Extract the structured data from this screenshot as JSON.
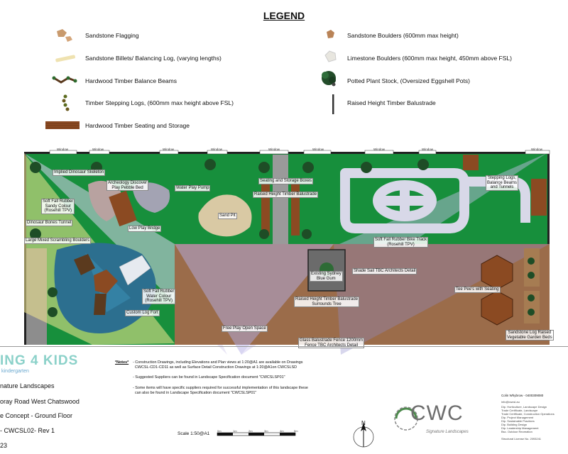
{
  "legend": {
    "title": "LEGEND",
    "items": [
      {
        "label": "Sandstone Flagging",
        "icon": "sandstone-flagging-icon"
      },
      {
        "label": "Sandstone Billets/ Balancing Log, (varying lengths)",
        "icon": "sandstone-billet-icon"
      },
      {
        "label": "Hardwood Timber Balance Beams",
        "icon": "balance-beam-icon"
      },
      {
        "label": "Timber Stepping Logs, (600mm max height above FSL)",
        "icon": "stepping-logs-icon"
      },
      {
        "label": "Hardwood Timber Seating and Storage",
        "icon": "timber-seating-icon"
      },
      {
        "label": "Sandstone Boulders (600mm max height)",
        "icon": "sandstone-boulder-icon"
      },
      {
        "label": "Limestone Boulders (600mm max height, 450mm above FSL)",
        "icon": "limestone-boulder-icon"
      },
      {
        "label": "Potted Plant Stock, (Oversized Eggshell Pots)",
        "icon": "potted-plant-icon"
      },
      {
        "label": "Raised Height Timber Balustrade",
        "icon": "balustrade-icon"
      }
    ]
  },
  "plan": {
    "window_label": "Window",
    "labels": {
      "dino_skeleton": "Implied Dinosaur Skeleton",
      "archeology": "Archeology Discover\nPlay Pebble Bed",
      "water_pump": "Water Play Pump",
      "seating_boxes": "Seating and Storage Boxes",
      "balustrade": "Raised Height Timber Balustrade",
      "stepping_logs": "Stepping Logs,\nBalance Beams\nand Tunnels",
      "soft_fall_sandy": "Soft Fall Rubber\nSandy Colour\n(Rosehill TPV)",
      "sand_pit": "Sand Pit",
      "dino_tunnel": "Dinosaur Bones Tunnel",
      "low_bridge": "Low Play Bridge",
      "bike_track": "Soft Fall Rubber Bike Track\n(Rosehill TPV)",
      "boulders": "Large Mixed Scrambling Boulders",
      "blue_gum": "Existing Sydney\nBlue Gum",
      "shade_sail": "Shade Sail TBC Architects Detail",
      "tee_pees": "Tee Pee's with Seating",
      "soft_fall_water": "Soft Fall Rubber\nWater Colour\n(Rosehill TPV)",
      "surrounds_tree": "Raised Height Timber Balustrade\nSurrounds Tree",
      "log_fort": "Custom Log Fort",
      "free_play": "Free Play Open Space",
      "glass_fence": "Glass Balustrade Fence 1200mm\nFence TBC Architects Detail",
      "veg_beds": "Sandstone Log Raised\nVegetable Garden Beds"
    }
  },
  "title_block": {
    "brand": "ING 4 KIDS",
    "brand_sub": "kindergarten",
    "lines": [
      "nature Landscapes",
      "oray Road West Chatswood",
      "e Concept - Ground Floor",
      "- CWCSL02- Rev 1",
      "23"
    ],
    "notes_heading": "*Notes*",
    "notes": [
      "- Construction Drawings, including Elevations and Plan views at 1:20@A1 are available on Drawings",
      "  CWCSL-CD1-CD11 as well as Surface Detail Construction Drawings at 1:20@A1on CWCSLSD",
      "- Suggested Suppliers can be found in Landscape Specification document \"CWCSLSP01\"",
      "- Some items will have specific suppliers required for successful implementation of this landscape these",
      "  can also be found in Landscape Specification document \"CWCSLSP01\""
    ],
    "scale": "Scale 1:50@A1",
    "scale_ticks": [
      "0m",
      "1m",
      "2m",
      "3m",
      "4m",
      "5m"
    ],
    "north": "N",
    "designer": "Colin Whybrow - 0400309080",
    "small_lines": [
      "info@cwcsl.au",
      "Dip. Horticulture, Landscape Design",
      "Trade Certificate, Landscape",
      "Trade Certificate, Construction Operations",
      "Dip. Project Management",
      "Dip. Sustainable Practices",
      "Dip. Building Design",
      "Dip. Leadership Management",
      "Bsc. Outdoor Recreation"
    ],
    "licence": "Structural License No. 2093241",
    "logo_text": "CWC",
    "logo_sub": "Signature Landscapes"
  },
  "colors": {
    "grass": "#178f3c",
    "pathway": "#d8d8e8",
    "deck": "#8a6248",
    "water_blue": "#2c6f8f",
    "sand": "#d9c9a4"
  }
}
